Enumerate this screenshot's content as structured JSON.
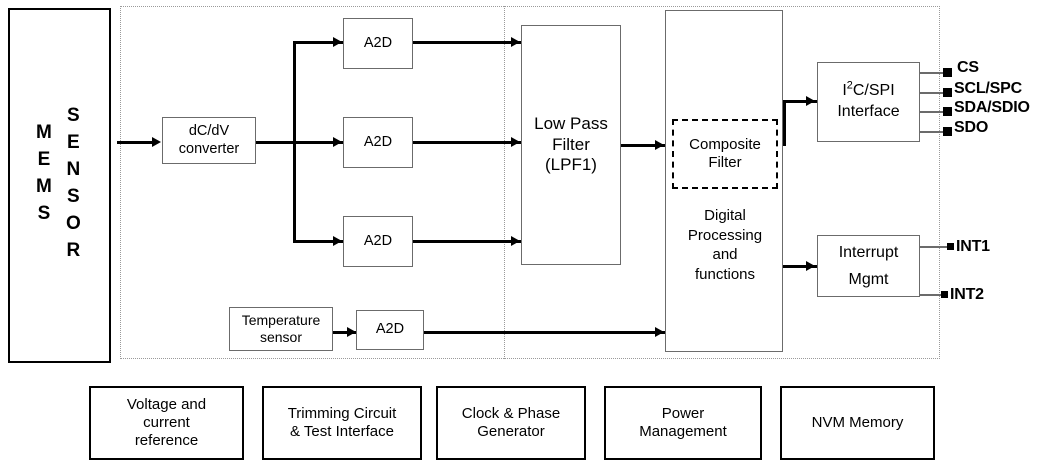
{
  "diagram": {
    "title": "MEMS sensor block diagram",
    "colors": {
      "background": "#ffffff",
      "line": "#000000",
      "thin_border": "#6b6b6b",
      "dotted_boundary": "#9a9a9a"
    }
  },
  "sensor": {
    "col1": "M\nE\nM\nS",
    "col2": "S\nE\nN\nS\nO\nR",
    "name": "MEMS SENSOR"
  },
  "analog": {
    "converter": "dC/dV\nconverter",
    "adc1": "A2D",
    "adc2": "A2D",
    "adc3": "A2D",
    "temp_sensor": "Temperature\nsensor",
    "temp_adc": "A2D"
  },
  "digital": {
    "lpf": "Low Pass\nFilter\n(LPF1)",
    "composite_filter": "Composite\nFilter",
    "processing": "Digital\nProcessing\nand\nfunctions"
  },
  "interfaces": {
    "serial_prefix": "I",
    "serial_sup": "2",
    "serial_suffix": "C/SPI",
    "serial_line2": "Interface",
    "interrupt": "Interrupt\nMgmt"
  },
  "pins": {
    "serial": [
      {
        "label": "CS"
      },
      {
        "label": "SCL/SPC"
      },
      {
        "label": "SDA/SDIO"
      },
      {
        "label": "SDO"
      }
    ],
    "interrupt": [
      {
        "label": "INT1"
      },
      {
        "label": "INT2"
      }
    ]
  },
  "support_blocks": [
    {
      "label": "Voltage and\ncurrent\nreference"
    },
    {
      "label": "Trimming Circuit\n& Test Interface"
    },
    {
      "label": "Clock & Phase\nGenerator"
    },
    {
      "label": "Power\nManagement"
    },
    {
      "label": "NVM Memory"
    }
  ]
}
